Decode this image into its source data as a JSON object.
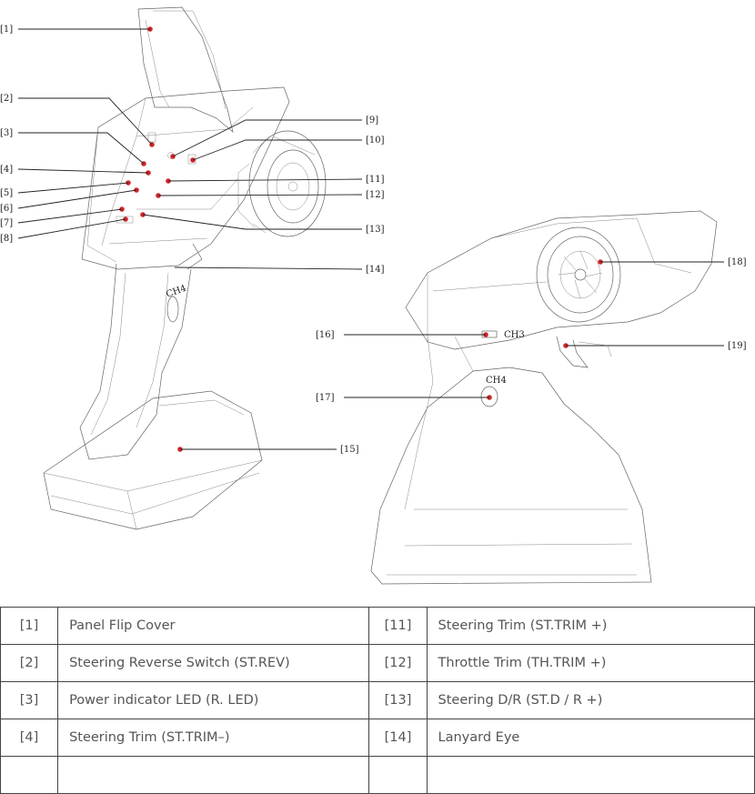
{
  "callouts_left": [
    "[1]",
    "[2]",
    "[3]",
    "[4]",
    "[5]",
    "[6]",
    "[7]",
    "[8]"
  ],
  "callouts_right": [
    "[9]",
    "[10]",
    "[11]",
    "[12]",
    "[13]",
    "[14]",
    "[15]"
  ],
  "callouts_side": [
    "[16]",
    "[17]",
    "[18]",
    "[19]"
  ],
  "device_text": {
    "ch3": "CH3",
    "ch4": "CH4",
    "ch4_front": "CH4"
  },
  "accent_color": "#d0262b",
  "table": {
    "rows": [
      {
        "n1": "[1]",
        "t1": "Panel Flip Cover",
        "n2": "[11]",
        "t2": "Steering Trim (ST.TRIM +)"
      },
      {
        "n1": "[2]",
        "t1": "Steering Reverse Switch (ST.REV)",
        "n2": "[12]",
        "t2": "Throttle Trim (TH.TRIM +)"
      },
      {
        "n1": "[3]",
        "t1": "Power indicator LED (R. LED)",
        "n2": "[13]",
        "t2": "Steering D/R (ST.D / R +)"
      },
      {
        "n1": "[4]",
        "t1": "Steering Trim (ST.TRIM–)",
        "n2": "[14]",
        "t2": "Lanyard Eye"
      },
      {
        "n1": "",
        "t1": "",
        "n2": "",
        "t2": ""
      }
    ]
  }
}
